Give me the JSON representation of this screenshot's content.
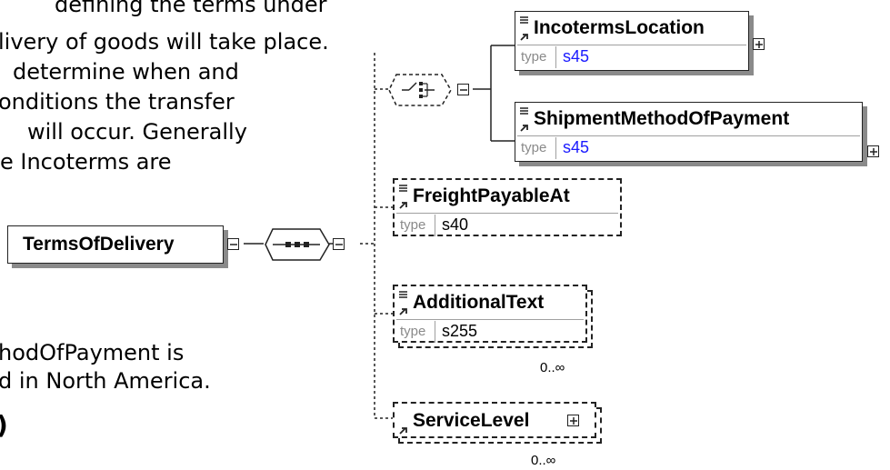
{
  "description": {
    "lines": [
      "defining the terms under",
      "livery of goods will take place.",
      "determine when and",
      "onditions the transfer",
      "will occur. Generally",
      "e Incoterms are",
      "hodOfPayment is",
      "d in North America.",
      ")"
    ]
  },
  "root": {
    "name": "TermsOfDelivery"
  },
  "elements": {
    "incoterms_location": {
      "name": "IncotermsLocation",
      "type_label": "type",
      "type_value": "s45"
    },
    "shipment_method": {
      "name": "ShipmentMethodOfPayment",
      "type_label": "type",
      "type_value": "s45"
    },
    "freight_payable_at": {
      "name": "FreightPayableAt",
      "type_label": "type",
      "type_value": "s40"
    },
    "additional_text": {
      "name": "AdditionalText",
      "type_label": "type",
      "type_value": "s255",
      "cardinality": "0..∞"
    },
    "service_level": {
      "name": "ServiceLevel",
      "cardinality": "0..∞"
    }
  },
  "colors": {
    "type_link": "#1a1aff",
    "border": "#222222",
    "shadow": "#8a8a8a",
    "type_grey": "#8a8a8a"
  }
}
